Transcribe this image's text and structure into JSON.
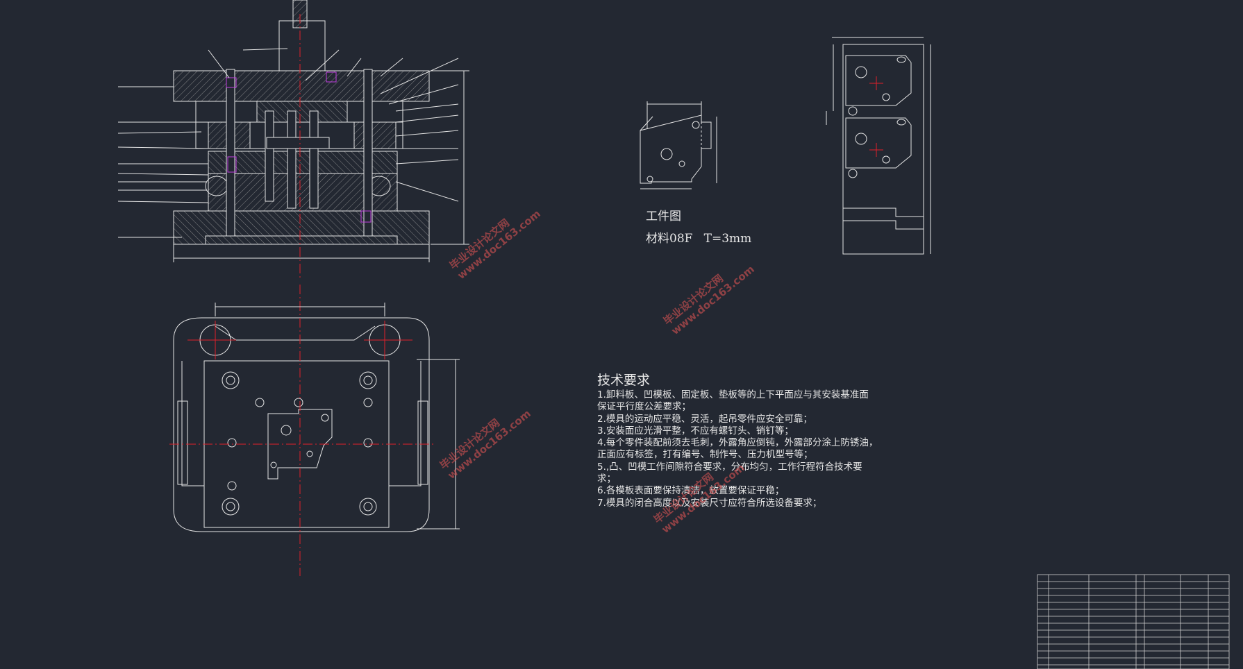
{
  "technical_requirements": {
    "heading": "技术要求",
    "items": [
      "1.卸料板、凹模板、固定板、垫板等的上下平面应与其安装基准面",
      "保证平行度公差要求；",
      "2.模具的运动应平稳、灵活，起吊零件应安全可靠；",
      "3.安装面应光滑平整，不应有螺钉头、销钉等；",
      "4.每个零件装配前须去毛刺，外露角应倒钝，外露部分涂上防锈油，",
      "正面应有标签，打有编号、制作号、压力机型号等；",
      "5.,凸、凹模工作间隙符合要求，分布均匀，工作行程符合技术要",
      "求；",
      "6.各模板表面要保持清洁，放置要保证平稳；",
      "7.模具的闭合高度以及安装尺寸应符合所选设备要求；"
    ]
  },
  "workpiece": {
    "title": "工件图",
    "material": "材料08F   T=3mm"
  },
  "watermarks": [
    {
      "line1": "毕业设计论文网",
      "line2": "www.doc163.com"
    },
    {
      "line1": "毕业设计论文网",
      "line2": "www.doc163.com"
    },
    {
      "line1": "毕业设计论文网",
      "line2": "www.doc163.com"
    },
    {
      "line1": "毕业设计论文网",
      "line2": "www.doc163.com"
    }
  ],
  "colors": {
    "background": "#232832",
    "line": "#e6e6e6",
    "centerline": "#e0202a",
    "fastener": "#c040e0"
  }
}
